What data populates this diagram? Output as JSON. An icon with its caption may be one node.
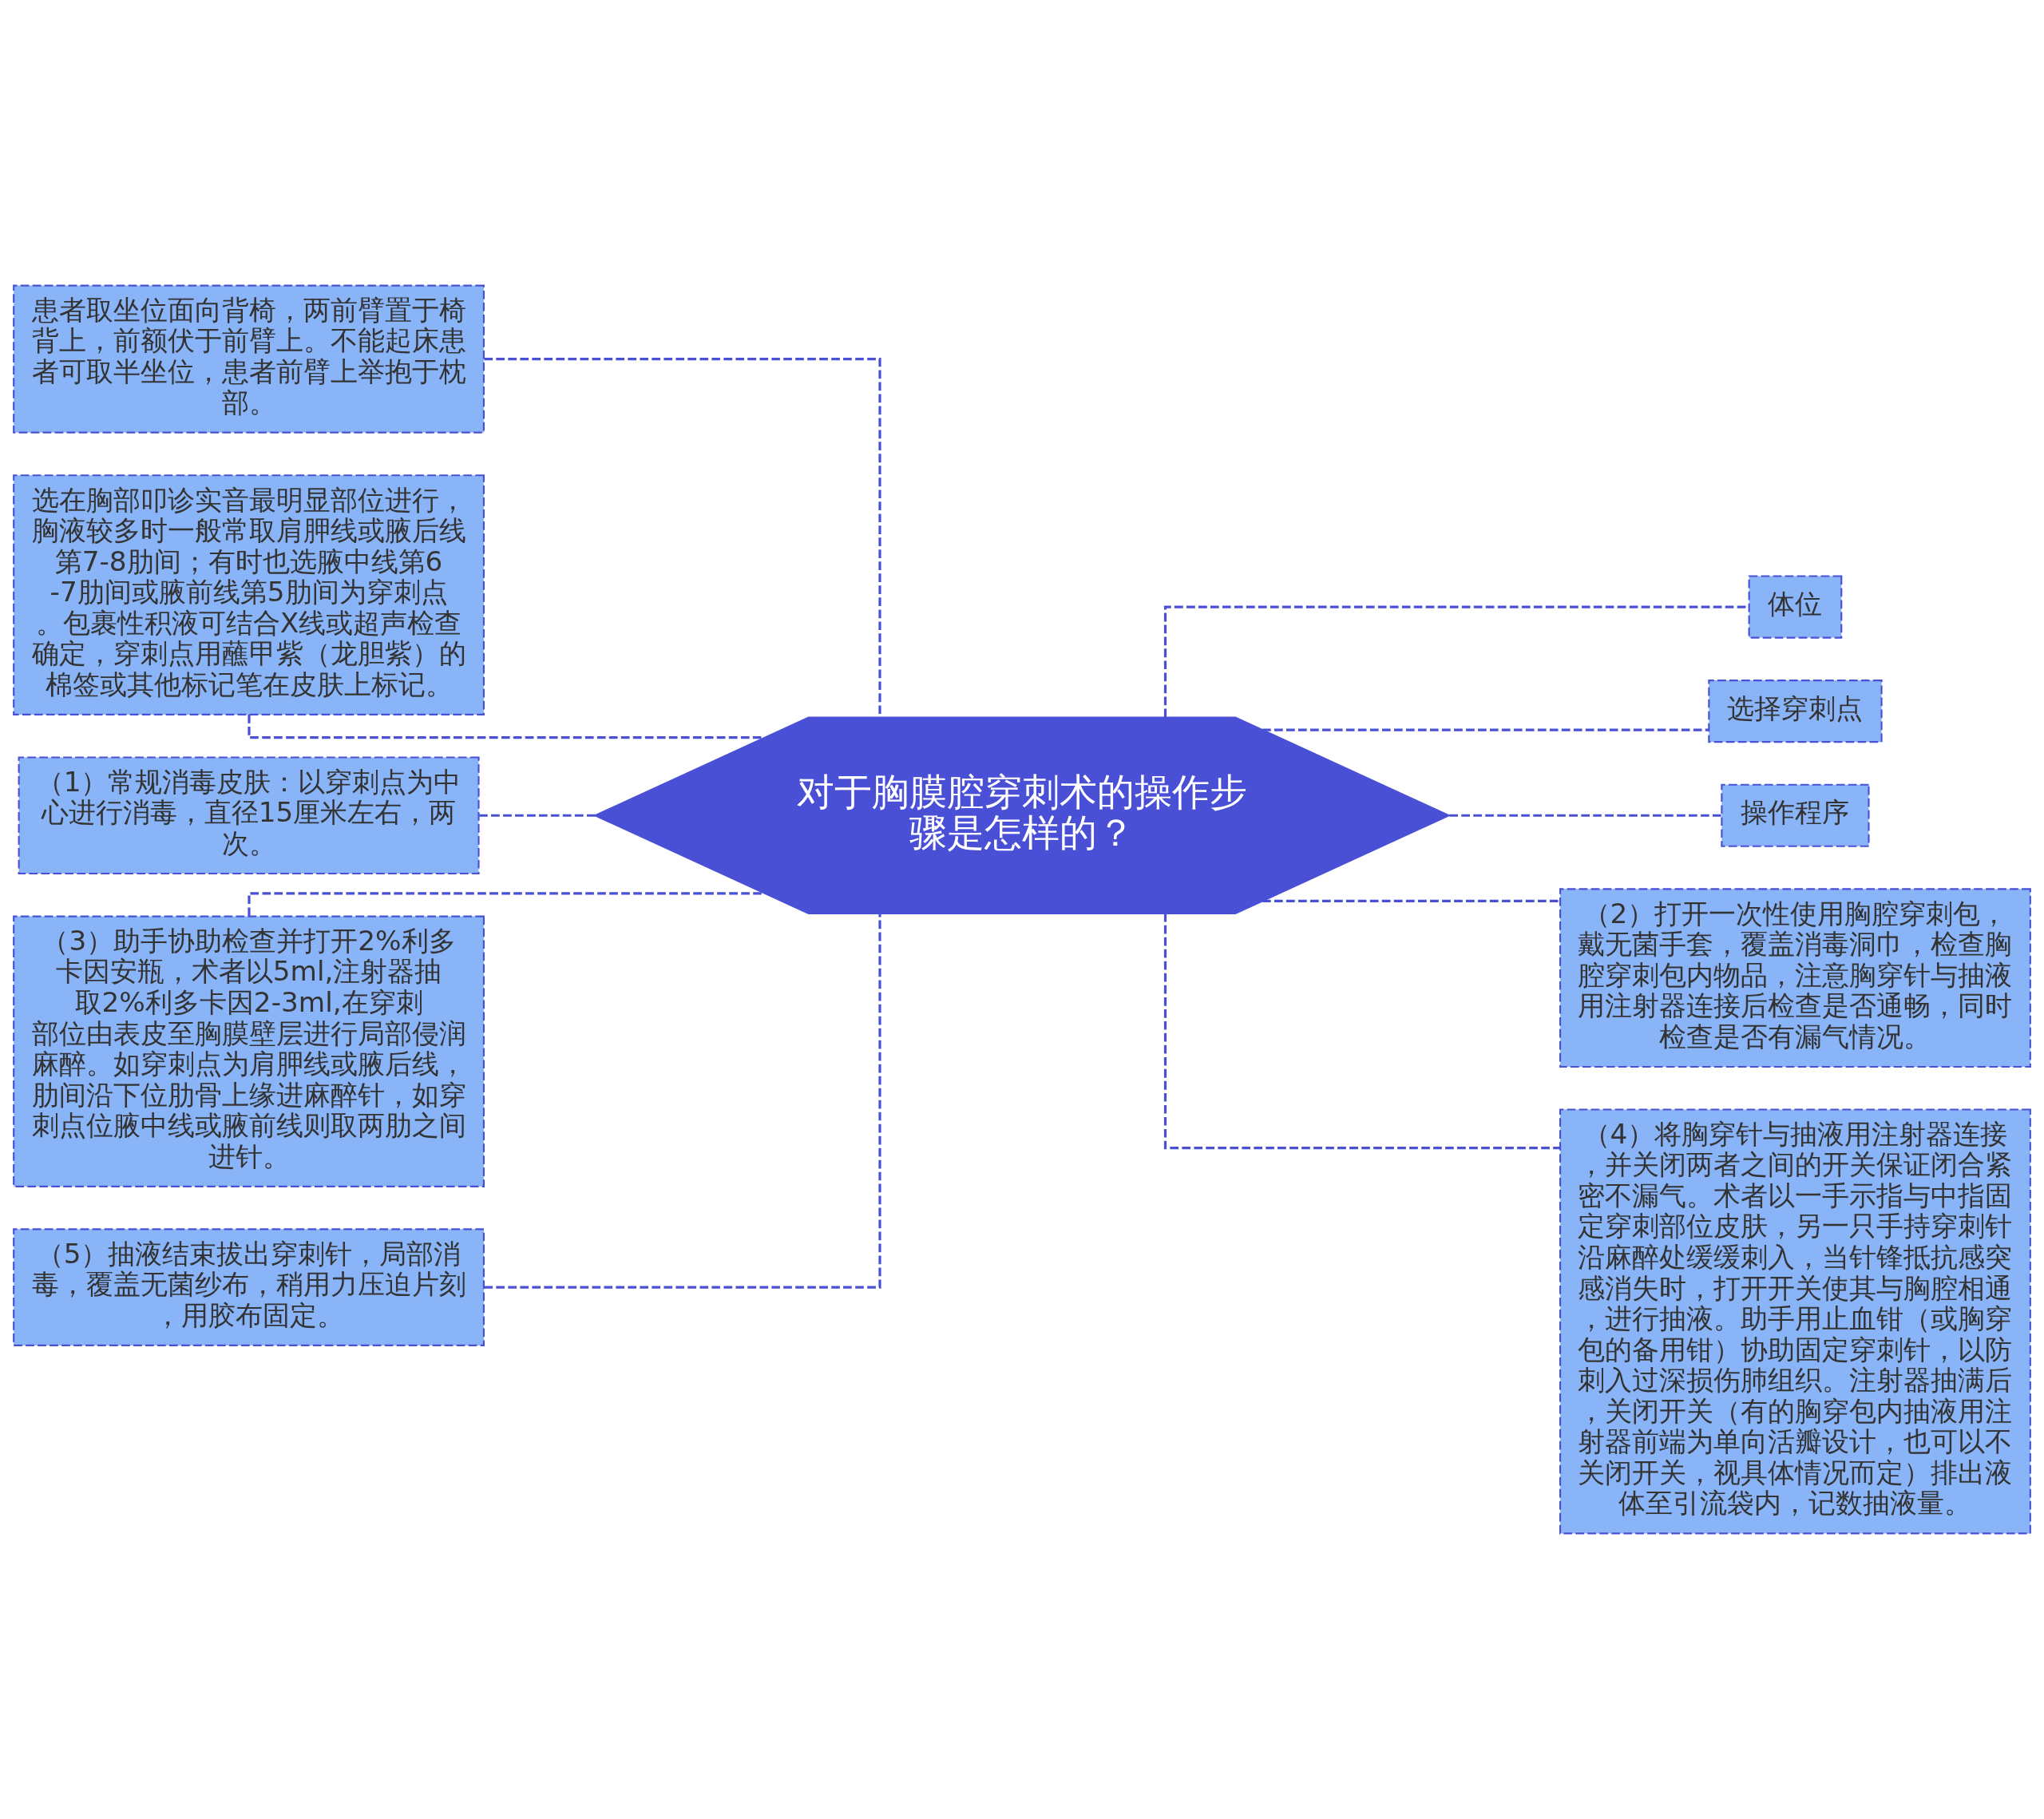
{
  "diagram": {
    "nodes": [
      {
        "text": [
          "对于胸膜腔穿刺术的操作步骤是怎样的？"
        ]
      },
      {
        "text": [
          "患者取坐位面向背椅，两前臂置于椅背上，前额伏于前臂上。不能起床患者可取半坐位，患者前臂上举抱于枕部。"
        ]
      },
      {
        "text": [
          "选在胸部叩诊实音最明显部位进行，胸液较多时一般常取肩胛线或腋后线第7-8肋间；有时也选腋中线第6-7肋间或腋前线第5肋间为穿刺点。包裹性积液可结合X线或超声检查确定，穿刺点用蘸甲紫（龙胆紫）的棉签或其他标记笔在皮肤上标记。"
        ]
      },
      {
        "text": [
          "（1）常规消毒皮肤：以穿刺点为中心进行消毒，直径15厘米左右，两次。"
        ]
      },
      {
        "text": [
          "（3）助手协助检查并打开2%利多卡因安瓶，术者以5ml,注射器抽取2%利多卡因2-3ml,在穿刺部位由表皮至胸膜壁层进行局部侵润麻醉。如穿刺点为肩胛线或腋后线，肋间沿下位肋骨上缘进麻醉针，如穿刺点位腋中线或腋前线则取两肋之间进针。"
        ]
      },
      {
        "text": [
          "（5）抽液结束拔出穿刺针，局部消毒，覆盖无菌纱布，稍用力压迫片刻，用胶布固定。"
        ]
      },
      {
        "text": [
          "体位"
        ]
      },
      {
        "text": [
          "选择穿刺点"
        ]
      },
      {
        "text": [
          "操作程序"
        ]
      },
      {
        "text": [
          "（2）打开一次性使用胸腔穿刺包，戴无菌手套，覆盖消毒洞巾，检查胸腔穿刺包内物品，注意胸穿针与抽液用注射器连接后检查是否通畅，同时检查是否有漏气情况。"
        ]
      },
      {
        "text": [
          "（4）将胸穿针与抽液用注射器连接，并关闭两者之间的开关保证闭合紧密不漏气。术者以一手示指与中指固定穿刺部位皮肤，另一只手持穿刺针沿麻醉处缓缓刺入，当针锋抵抗感突感消失时，打开开关使其与胸腔相通，进行抽液。助手用止血钳（或胸穿包的备用钳）协助固定穿刺针，以防刺入过深损伤肺组织。注射器抽满后，关闭开关（有的胸穿包内抽液用注射器前端为单向活瓣设计，也可以不关闭开关，视具体情况而定）排出液体至引流袋内，记数抽液量。"
        ]
      }
    ],
    "edges": [
      {
        "from": 0,
        "to": 1,
        "arrow": "none",
        "style": "dashed"
      },
      {
        "from": 0,
        "to": 2,
        "arrow": "none",
        "style": "dashed"
      },
      {
        "from": 0,
        "to": 3,
        "arrow": "none",
        "style": "dashed"
      },
      {
        "from": 0,
        "to": 4,
        "arrow": "none",
        "style": "dashed"
      },
      {
        "from": 0,
        "to": 5,
        "arrow": "none",
        "style": "dashed"
      },
      {
        "from": 0,
        "to": 6,
        "arrow": "none",
        "style": "dashed"
      },
      {
        "from": 0,
        "to": 7,
        "arrow": "none",
        "style": "dashed"
      },
      {
        "from": 0,
        "to": 8,
        "arrow": "none",
        "style": "dashed"
      },
      {
        "from": 0,
        "to": 9,
        "arrow": "none",
        "style": "dashed"
      },
      {
        "from": 0,
        "to": 10,
        "arrow": "none",
        "style": "dashed"
      }
    ]
  }
}
